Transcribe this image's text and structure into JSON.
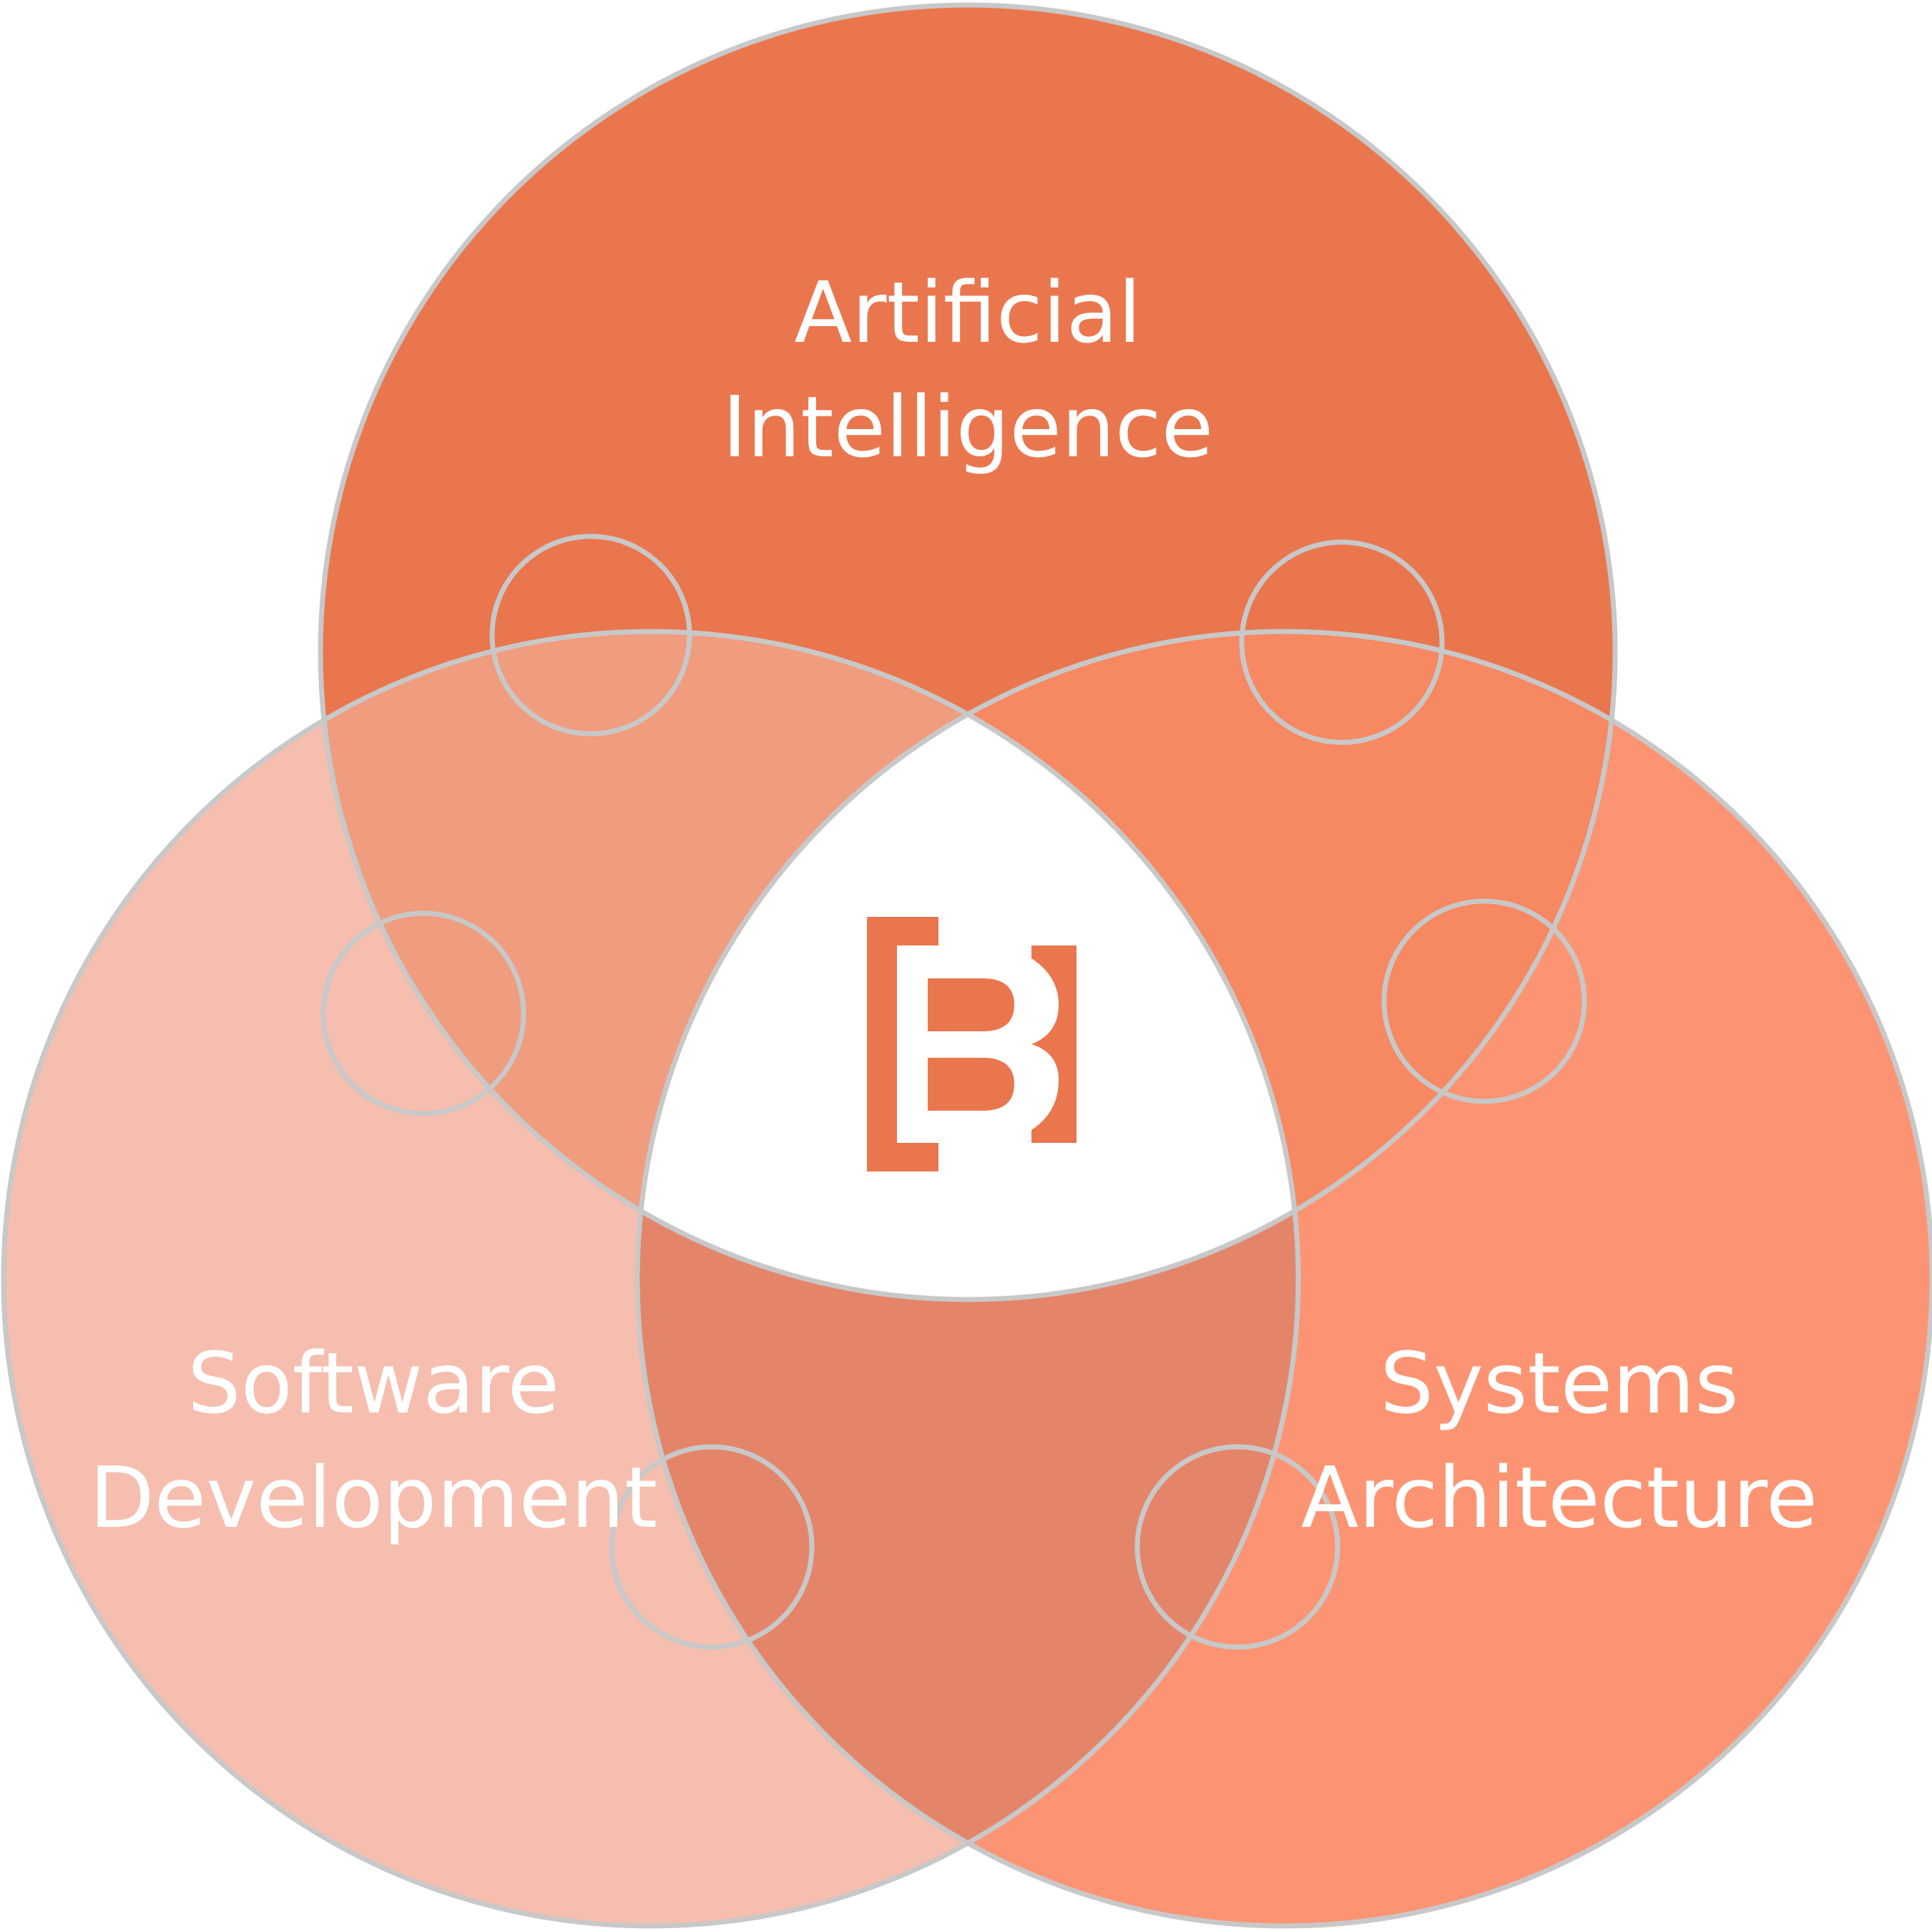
{
  "diagram": {
    "circles": [
      {
        "id": "ai",
        "lines": [
          "Artificial",
          "Intelligence"
        ],
        "color": "#EA764E"
      },
      {
        "id": "sd",
        "lines": [
          "Software",
          "Development"
        ],
        "color": "#F5BEAE"
      },
      {
        "id": "sa",
        "lines": [
          "Systems",
          "Architecture"
        ],
        "color": "#FC9473"
      }
    ],
    "overlaps": {
      "ai_sd": "#F09C7E",
      "ai_sa": "#F68862",
      "sd_sa": "#E4856A",
      "center": "#FFFFFF"
    },
    "outline_color": "#C8C8C8",
    "logo": {
      "icon": "bracket-b-logo-icon",
      "color": "#EA764E"
    }
  }
}
